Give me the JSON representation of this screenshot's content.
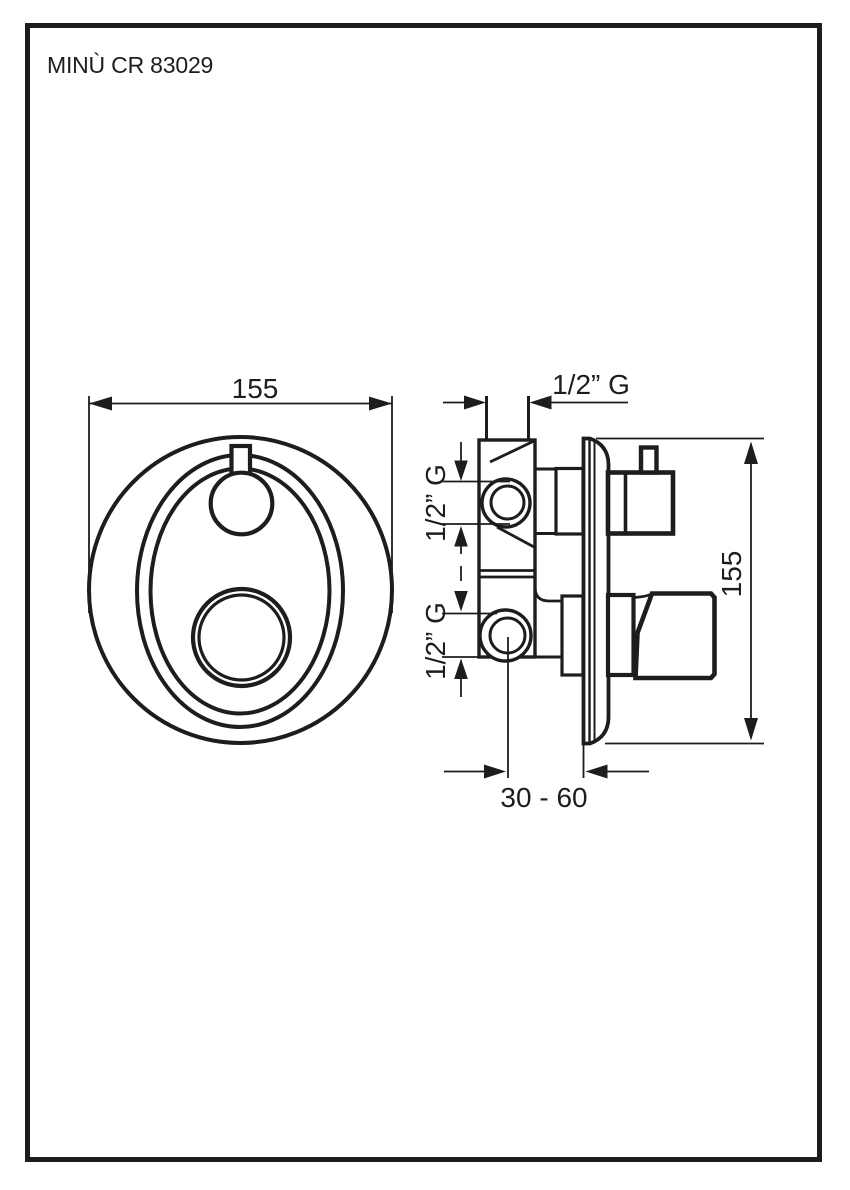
{
  "title": "MINÙ CR 83029",
  "dims": {
    "front_width": "155",
    "top_connection": "1/2” G",
    "upper_port": "1/2” G",
    "lower_port": "1/2” G",
    "height": "155",
    "depth_range": "30 - 60"
  },
  "colors": {
    "ink": "#1d1d1b",
    "paper": "#ffffff"
  }
}
